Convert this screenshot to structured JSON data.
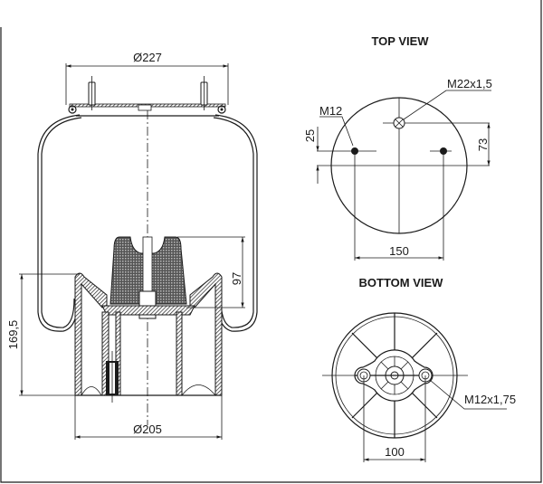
{
  "side_view": {
    "dim_top_diameter": "Ø227",
    "dim_bottom_diameter": "Ø205",
    "dim_height": "169,5",
    "dim_bumper": "97"
  },
  "top_view": {
    "title": "TOP VIEW",
    "label_air_port": "M22x1,5",
    "label_stud": "M12",
    "dim_stud_spacing": "150",
    "dim_stud_offset": "25",
    "dim_port_offset": "73"
  },
  "bottom_view": {
    "title": "BOTTOM VIEW",
    "label_bolt": "M12x1,75",
    "dim_bolt_spacing": "100"
  }
}
